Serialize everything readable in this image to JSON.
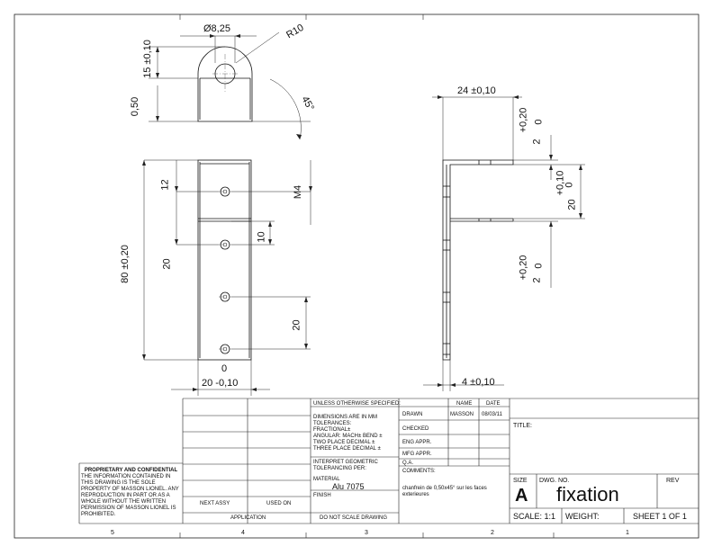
{
  "dims": {
    "hole_dia": "Ø8,25",
    "radius": "R10",
    "top_height": "15 ±0,10",
    "offset": "0,50",
    "angle": "45°",
    "thread": "M4",
    "dim_12": "12",
    "dim_10": "10",
    "dim_20a": "20",
    "dim_20b": "20",
    "overall_length": "80 ±0,20",
    "zero": "0",
    "width_tol": "20 -0,10",
    "side_width": "24 ±0,10",
    "tol_top_a": "+0,20",
    "tol_top_b": "0",
    "tol_top_c": "2",
    "tol_mid_a": "+0,10",
    "tol_mid_b": "0",
    "tol_mid_c": "20",
    "tol_bot_a": "+0,20",
    "tol_bot_b": "0",
    "tol_bot_c": "2",
    "thickness": "4 ±0,10"
  },
  "title_block": {
    "unless": "UNLESS OTHERWISE SPECIFIED:",
    "name_hdr": "NAME",
    "date_hdr": "DATE",
    "dimensions": "DIMENSIONS ARE IN MM",
    "tolerances": "TOLERANCES:",
    "fractional": "FRACTIONAL±",
    "angular": "ANGULAR: MACH±    BEND ±",
    "two_place": "TWO PLACE DECIMAL   ±",
    "three_place": "THREE PLACE DECIMAL  ±",
    "interpret": "INTERPRET GEOMETRIC",
    "tolerancing": "TOLERANCING PER:",
    "material_lbl": "MATERIAL",
    "material": "Alu 7075",
    "finish": "FINISH",
    "no_scale": "DO NOT SCALE DRAWING",
    "drawn": "DRAWN",
    "drawn_name": "MASSON",
    "drawn_date": "08/03/11",
    "checked": "CHECKED",
    "eng_appr": "ENG APPR.",
    "mfg_appr": "MFG APPR.",
    "qa": "Q.A.",
    "comments": "COMMENTS:",
    "comment_text1": "chanfrein de 0,50x45° sur les faces",
    "comment_text2": "exterieures",
    "title_lbl": "TITLE:",
    "size_lbl": "SIZE",
    "size": "A",
    "dwg_no_lbl": "DWG.  NO.",
    "dwg_no": "fixation",
    "rev_lbl": "REV",
    "scale": "SCALE: 1:1",
    "weight": "WEIGHT:",
    "sheet": "SHEET 1 OF 1",
    "next_assy": "NEXT ASSY",
    "used_on": "USED ON",
    "application": "APPLICATION"
  },
  "proprietary": {
    "header": "PROPRIETARY AND CONFIDENTIAL",
    "body": "THE INFORMATION CONTAINED IN THIS DRAWING IS THE SOLE PROPERTY OF MASSON LIONEL. ANY REPRODUCTION IN PART OR AS A WHOLE WITHOUT THE WRITTEN PERMISSION OF MASSON LIONEL IS PROHIBITED."
  },
  "zones": [
    "5",
    "4",
    "3",
    "2",
    "1"
  ]
}
